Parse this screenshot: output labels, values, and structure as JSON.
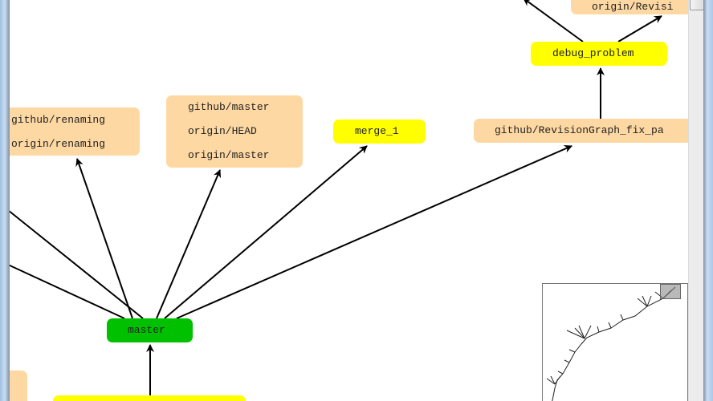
{
  "graph": {
    "nodes": [
      {
        "id": "top-ref",
        "labels": [
          "origin/Revisi"
        ],
        "color": "#fed8a2"
      },
      {
        "id": "debug-problem",
        "labels": [
          "debug_problem"
        ],
        "color": "#ffff00"
      },
      {
        "id": "fix-ref",
        "labels": [
          "github/RevisionGraph_fix_pa"
        ],
        "color": "#fed8a2"
      },
      {
        "id": "merge-1",
        "labels": [
          "merge_1"
        ],
        "color": "#ffff00"
      },
      {
        "id": "master-refs",
        "labels": [
          "github/master",
          "origin/HEAD",
          "origin/master"
        ],
        "color": "#fed8a2"
      },
      {
        "id": "renaming-refs",
        "labels": [
          "github/renaming",
          "origin/renaming"
        ],
        "color": "#fed8a2"
      },
      {
        "id": "master",
        "labels": [
          "master"
        ],
        "color": "#00c000"
      }
    ]
  },
  "colors": {
    "tag": "#ffff00",
    "remote": "#fed8a2",
    "head": "#00c000"
  }
}
